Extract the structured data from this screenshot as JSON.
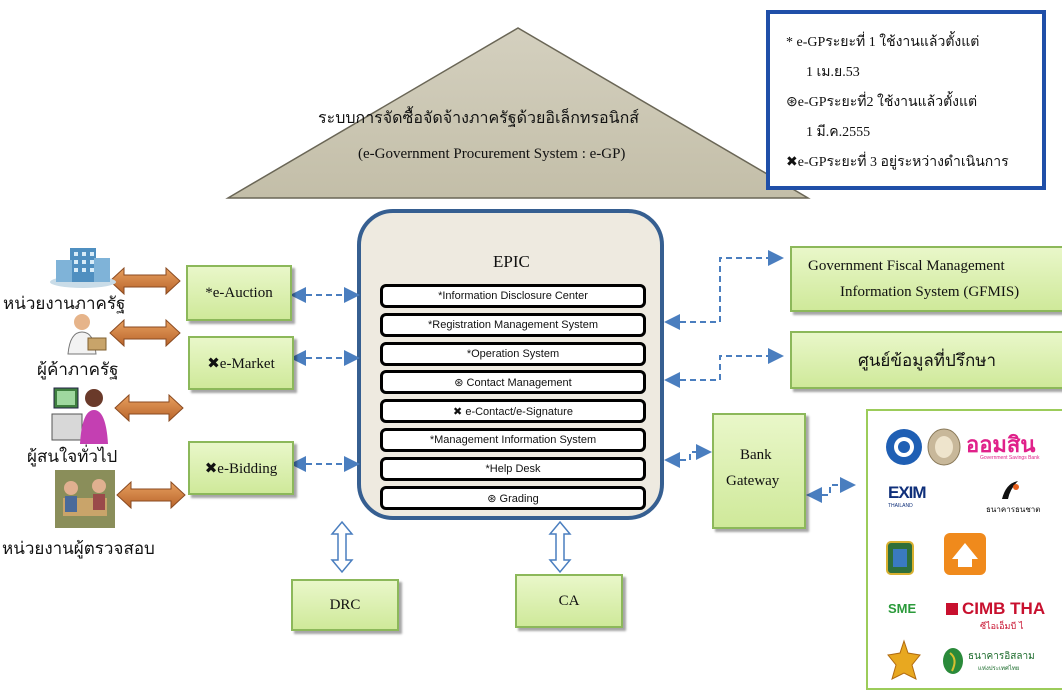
{
  "roof": {
    "title_th": "ระบบการจัดซื้อจัดจ้างภาครัฐด้วยอิเล็กทรอนิกส์",
    "title_en": "(e-Government Procurement System : e-GP)"
  },
  "phase_notes": [
    {
      "line1": "* e-GPระยะที่ 1 ใช้งานแล้วตั้งแต่",
      "line2": "1 เม.ย.53"
    },
    {
      "line1": "⊛e-GPระยะที่2 ใช้งานแล้วตั้งแต่",
      "line2": "1 มี.ค.2555"
    },
    {
      "line1": "✖e-GPระยะที่ 3 อยู่ระหว่างดำเนินการ",
      "line2": ""
    }
  ],
  "epic": {
    "title": "EPIC",
    "modules": [
      "*Information Disclosure Center",
      "*Registration Management System",
      "*Operation System",
      "⊛ Contact Management",
      "✖ e-Contact/e-Signature",
      "*Management Information System",
      "*Help Desk",
      "⊛ Grading"
    ]
  },
  "left_boxes": [
    "*e-Auction",
    "✖e-Market",
    "✖e-Bidding"
  ],
  "users": [
    "หน่วยงานภาครัฐ",
    "ผู้ค้าภาครัฐ",
    "ผู้สนใจทั่วไป",
    "หน่วยงานผู้ตรวจสอบ"
  ],
  "right_boxes": {
    "gfmis_line1": "Government Fiscal Management",
    "gfmis_line2": "Information System (GFMIS)",
    "center": "ศูนย์ข้อมูลที่ปรึกษา",
    "bank_line1": "Bank",
    "bank_line2": "Gateway"
  },
  "bottom_boxes": {
    "drc": "DRC",
    "ca": "CA"
  },
  "bank_logos": {
    "gsb_th": "ออมสิน",
    "gsb_en": "Government Savings Bank",
    "exim": "EXIM",
    "exim_sub": "THAILAND",
    "thanachart": "ธนาคารธนชาต",
    "sme": "SME",
    "cimb": "CIMB THA",
    "cimb_th": "ซีไอเอ็มบี ไ",
    "islamic": "ธนาคารอิสลาม",
    "islamic_sub": "แห่งประเทศไทย"
  }
}
